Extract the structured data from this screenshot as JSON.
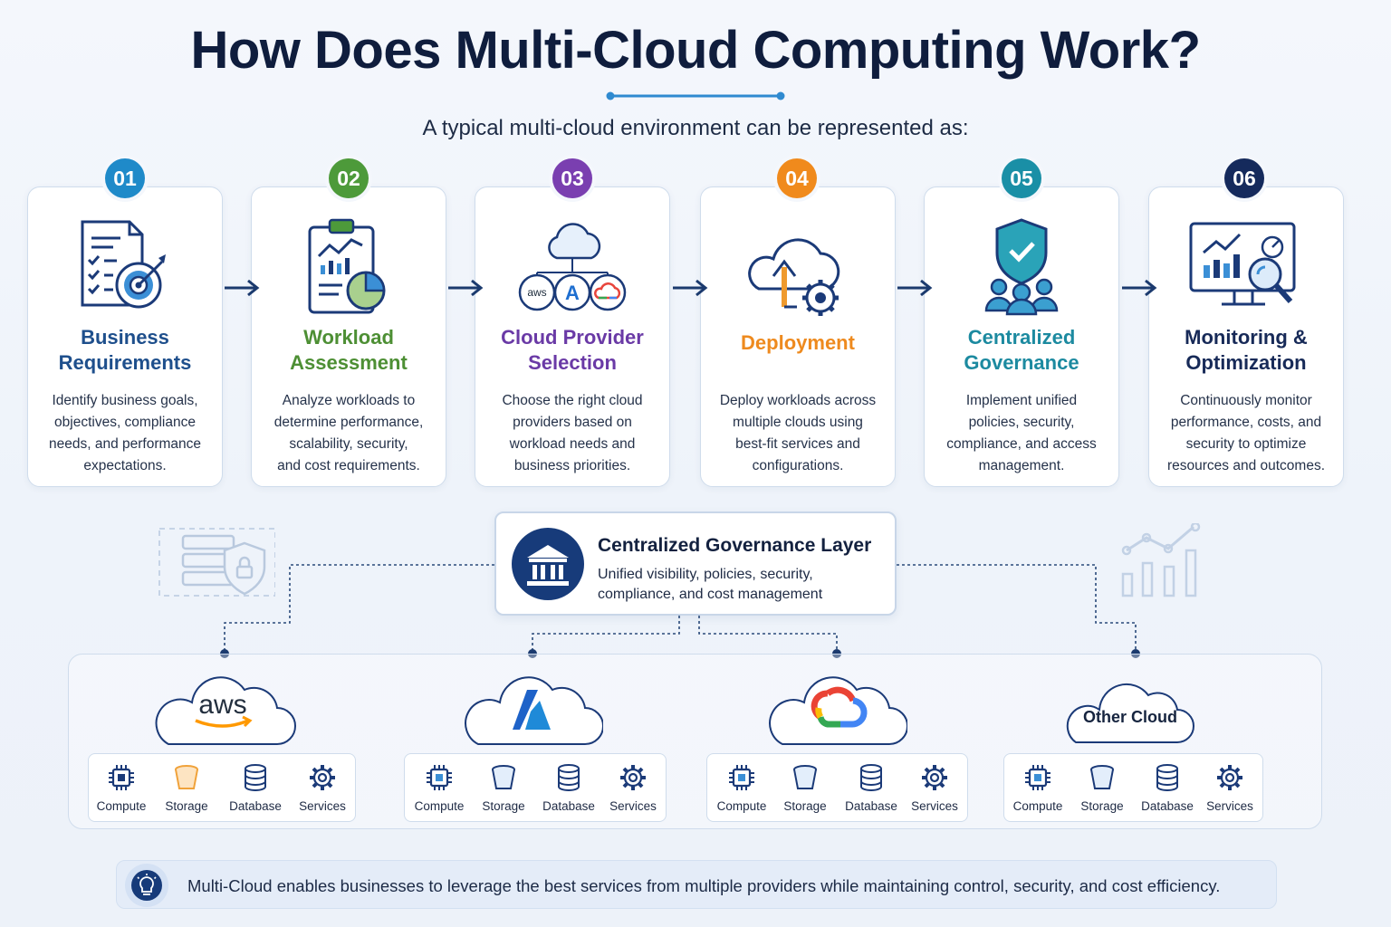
{
  "title": "How Does Multi-Cloud Computing Work?",
  "subtitle": "A typical multi-cloud environment can be represented as:",
  "steps": [
    {
      "num": "01",
      "title1": "Business",
      "title2": "Requirements",
      "color": "#1f8ac9",
      "titleColor": "#1e4f8c",
      "icon": "document-target-icon",
      "desc": [
        "Identify business goals,",
        "objectives, compliance",
        "needs, and performance",
        "expectations."
      ]
    },
    {
      "num": "02",
      "title1": "Workload",
      "title2": "Assessment",
      "color": "#4d9a3a",
      "titleColor": "#4d8f34",
      "icon": "clipboard-chart-icon",
      "desc": [
        "Analyze workloads to",
        "determine performance,",
        "scalability, security,",
        "and cost requirements."
      ]
    },
    {
      "num": "03",
      "title1": "Cloud Provider",
      "title2": "Selection",
      "color": "#7a3fb0",
      "titleColor": "#6a3aa6",
      "icon": "cloud-providers-icon",
      "desc": [
        "Choose the right cloud",
        "providers based on",
        "workload needs and",
        "business priorities."
      ]
    },
    {
      "num": "04",
      "title1": "Deployment",
      "title2": "",
      "color": "#f08a1c",
      "titleColor": "#ee8a1e",
      "icon": "cloud-deploy-gear-icon",
      "desc": [
        "Deploy workloads across",
        "multiple clouds using",
        "best-fit services and",
        "configurations."
      ]
    },
    {
      "num": "05",
      "title1": "Centralized",
      "title2": "Governance",
      "color": "#1a8fa6",
      "titleColor": "#1c8aa0",
      "icon": "shield-team-icon",
      "desc": [
        "Implement unified",
        "policies, security,",
        "compliance, and access",
        "management."
      ]
    },
    {
      "num": "06",
      "title1": "Monitoring &",
      "title2": "Optimization",
      "color": "#152a5c",
      "titleColor": "#172a58",
      "icon": "monitor-magnifier-icon",
      "desc": [
        "Continuously monitor",
        "performance, costs, and",
        "security to optimize",
        "resources and outcomes."
      ]
    }
  ],
  "governance": {
    "title": "Centralized Governance Layer",
    "desc1": "Unified visibility, policies, security,",
    "desc2": "compliance, and cost management"
  },
  "provider_logos": {
    "aws": "aws",
    "azure": "A"
  },
  "clouds": [
    {
      "name": "AWS",
      "logo": "aws",
      "services": [
        "Compute",
        "Storage",
        "Database",
        "Services"
      ]
    },
    {
      "name": "Azure",
      "logo": "azure-logo",
      "services": [
        "Compute",
        "Storage",
        "Database",
        "Services"
      ]
    },
    {
      "name": "Google Cloud",
      "logo": "google-cloud-logo",
      "services": [
        "Compute",
        "Storage",
        "Database",
        "Services"
      ]
    },
    {
      "name": "Other Cloud",
      "logo": "Other Cloud",
      "services": [
        "Compute",
        "Storage",
        "Database",
        "Services"
      ]
    }
  ],
  "footer": "Multi-Cloud enables businesses to leverage the best services from multiple providers while maintaining control, security, and cost efficiency.",
  "colors": {
    "navy": "#1b3a78",
    "line": "#1b3a6e",
    "accent": "#2f7fc2",
    "orange": "#f0a23a"
  }
}
